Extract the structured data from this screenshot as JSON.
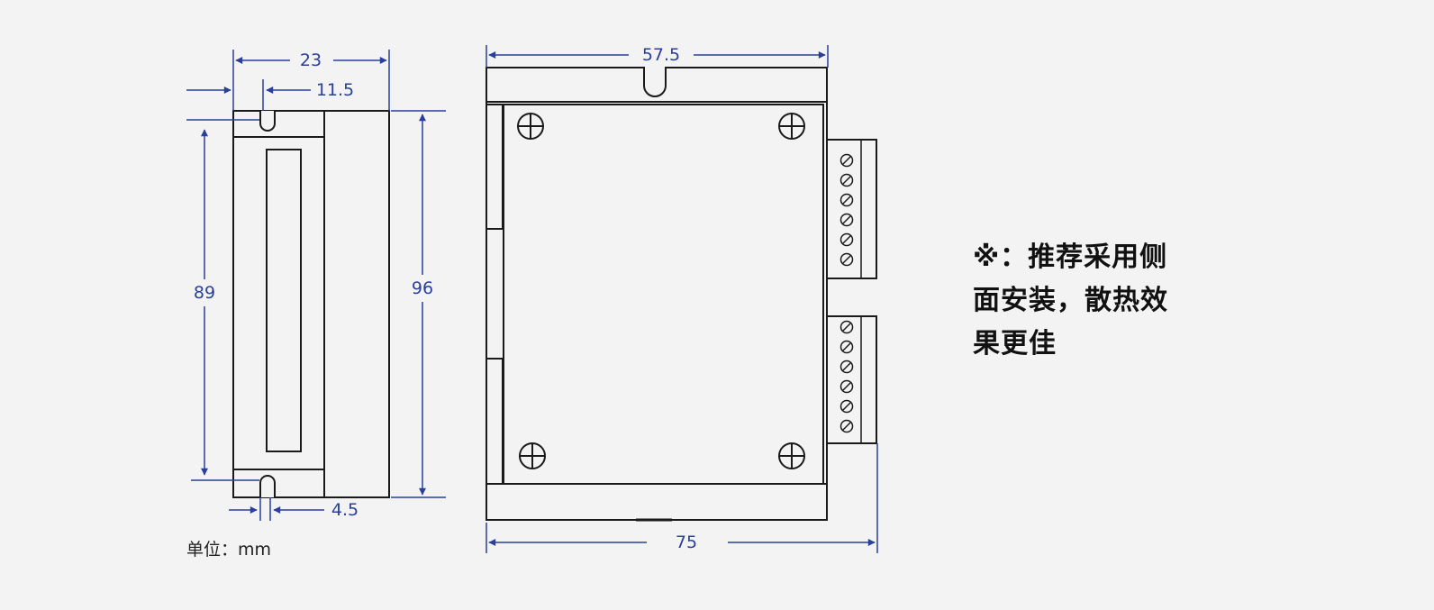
{
  "dimensions": {
    "side_width": "23",
    "slot_offset": "11.5",
    "inner_height": "89",
    "total_height": "96",
    "slot_width": "4.5",
    "front_width": "57.5",
    "total_width": "75"
  },
  "unit_label": "单位：mm",
  "note": {
    "lines": [
      "※：推荐采用侧",
      "面安装，散热效",
      "果更佳"
    ]
  },
  "colors": {
    "dimension_line": "#2a3f9a",
    "outline": "#1a1a1a",
    "background": "#f3f3f3"
  }
}
